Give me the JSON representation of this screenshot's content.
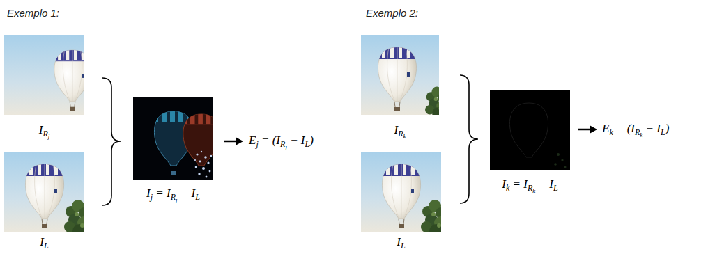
{
  "diagram": {
    "nodes": [
      {
        "text": [
          "IRj"
        ]
      },
      {
        "text": [
          "IL"
        ]
      },
      {
        "text": [
          "Ij = IRj − IL"
        ]
      },
      {
        "text": [
          "IRk"
        ]
      },
      {
        "text": [
          "IL"
        ]
      },
      {
        "text": [
          "Ik = IRk − IL"
        ]
      }
    ],
    "labels": [
      "Exemplo 1:",
      "Ej = (IRj − IL)",
      "Exemplo 2:",
      "Ek = (IRk − IL)"
    ]
  }
}
